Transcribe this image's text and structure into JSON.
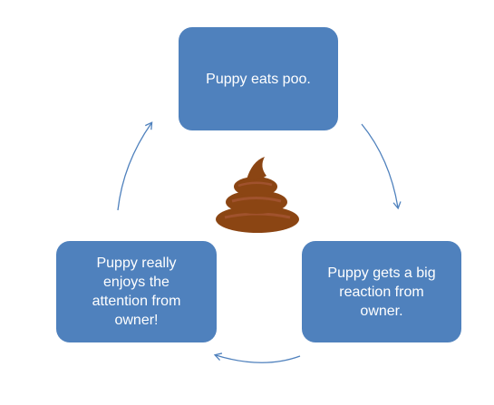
{
  "diagram": {
    "nodes": [
      {
        "id": "top",
        "text": "Puppy eats poo."
      },
      {
        "id": "right",
        "text": "Puppy gets a big\nreaction from\nowner."
      },
      {
        "id": "left",
        "text": "Puppy really\nenjoys the\nattention from\nowner!"
      }
    ],
    "center_icon": "poo-icon",
    "colors": {
      "node_fill": "#4f81bd",
      "arrow": "#4f81bd",
      "poo_dark": "#8b4513",
      "poo_light": "#a0522d"
    }
  }
}
